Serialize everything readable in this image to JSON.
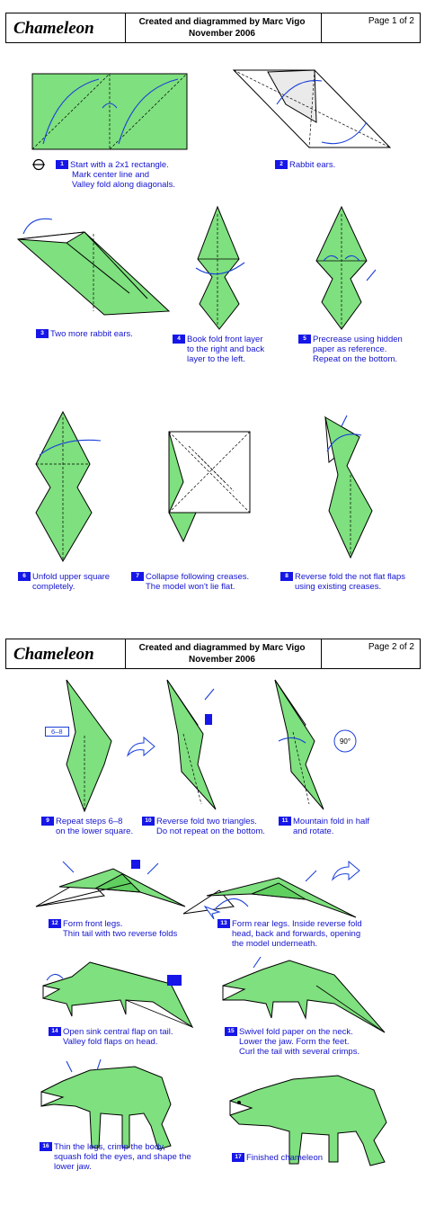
{
  "page1": {
    "title": "Chameleon",
    "credit_line1": "Created and diagrammed by Marc Vigo",
    "credit_line2": "November 2006",
    "page_label": "Page 1 of 2"
  },
  "page2": {
    "title": "Chameleon",
    "credit_line1": "Created and diagrammed by Marc Vigo",
    "credit_line2": "November 2006",
    "page_label": "Page 2 of 2"
  },
  "reference_label": "6–8",
  "rotation_label": "90°",
  "steps": [
    {
      "num": "1",
      "lines": [
        "Start with a 2x1 rectangle.",
        "Mark center line and",
        "Valley fold along diagonals."
      ]
    },
    {
      "num": "2",
      "lines": [
        "Rabbit ears."
      ]
    },
    {
      "num": "3",
      "lines": [
        "Two more rabbit ears."
      ]
    },
    {
      "num": "4",
      "lines": [
        "Book fold front layer",
        "to the right and back",
        "layer to the left."
      ]
    },
    {
      "num": "5",
      "lines": [
        "Precrease using hidden",
        "paper as reference.",
        "Repeat on the bottom."
      ]
    },
    {
      "num": "6",
      "lines": [
        "Unfold upper square",
        "completely."
      ]
    },
    {
      "num": "7",
      "lines": [
        "Collapse following creases.",
        "The model won't lie flat."
      ]
    },
    {
      "num": "8",
      "lines": [
        "Reverse fold the not flat flaps",
        "using existing creases."
      ]
    },
    {
      "num": "9",
      "lines": [
        "Repeat steps 6–8",
        "on the lower square."
      ]
    },
    {
      "num": "10",
      "lines": [
        "Reverse fold two triangles.",
        "Do not repeat on the bottom."
      ]
    },
    {
      "num": "11",
      "lines": [
        "Mountain fold in half",
        "and rotate."
      ]
    },
    {
      "num": "12",
      "lines": [
        "Form front legs.",
        "Thin tail with two reverse folds"
      ]
    },
    {
      "num": "13",
      "lines": [
        "Form rear legs. Inside reverse fold",
        "head, back and forwards, opening",
        "the model underneath."
      ]
    },
    {
      "num": "14",
      "lines": [
        "Open sink central flap on tail.",
        "Valley fold flaps on head."
      ]
    },
    {
      "num": "15",
      "lines": [
        "Swivel fold paper on the neck.",
        "Lower the jaw. Form the feet.",
        "Curl the tail with several crimps."
      ]
    },
    {
      "num": "16",
      "lines": [
        "Thin the legs, crimp the body,",
        "squash fold the eyes, and shape the",
        "lower jaw."
      ]
    },
    {
      "num": "17",
      "lines": [
        "Finished chameleon"
      ]
    }
  ],
  "colors": {
    "paper": "#7ee07e",
    "step_number_bg": "#1616e8",
    "step_text": "#1414d0",
    "arrow": "#1a3fd8"
  }
}
